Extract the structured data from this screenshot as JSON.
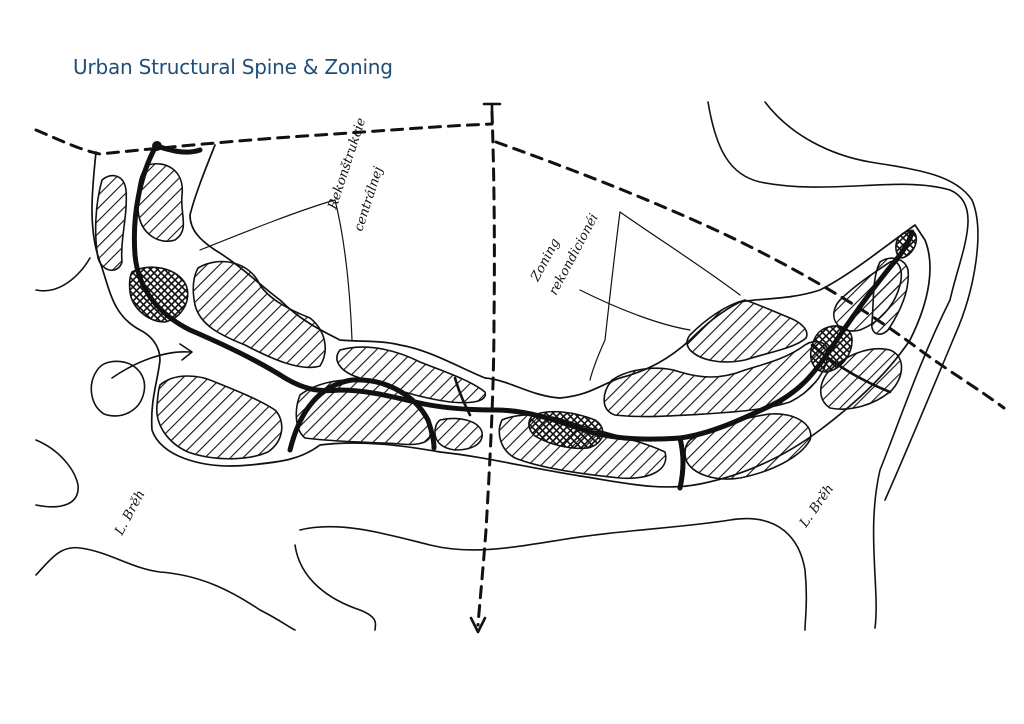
{
  "title": "Urban Structural Spine & Zoning",
  "annotations": {
    "top_left_note_line1": "Rekonštrukcie",
    "top_left_note_line2": "centrálnej",
    "middle_note_line1": "Zoning",
    "middle_note_line2": "rekondicionéi",
    "lower_left_note": "L. Brěh",
    "lower_right_note": "L. Brěh"
  },
  "colors": {
    "title": "#1f4e79",
    "ink": "#111111"
  }
}
